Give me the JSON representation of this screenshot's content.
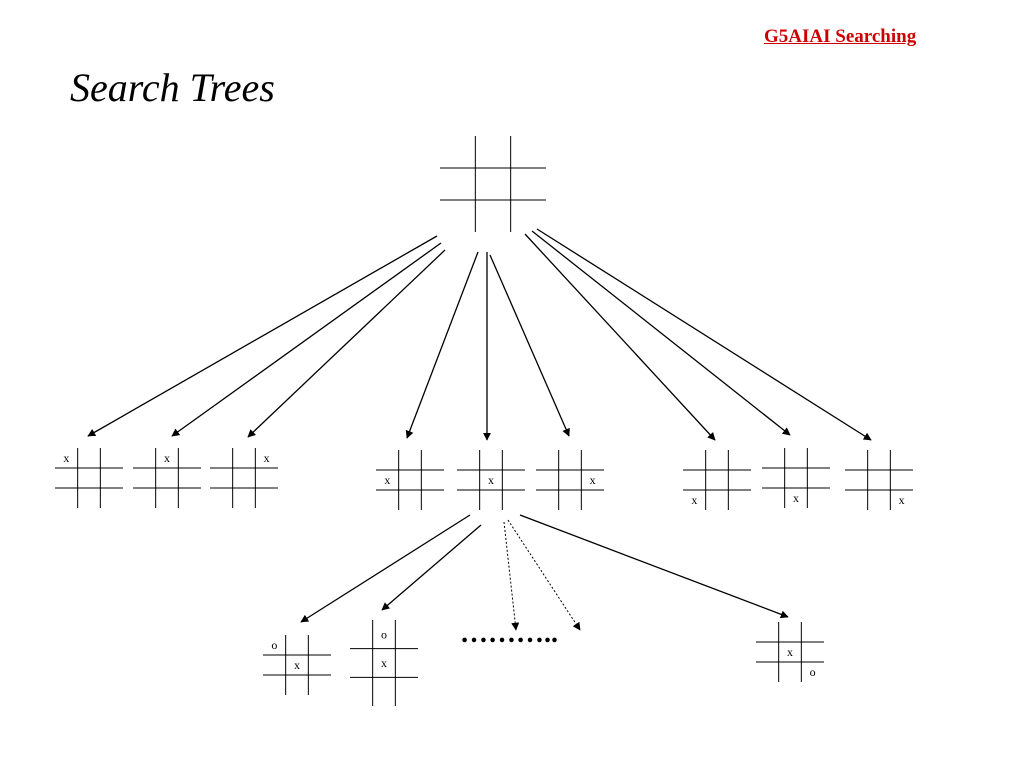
{
  "header": {
    "label": "G5AIAI Searching",
    "color": "#cc0000"
  },
  "slide": {
    "title": "Search Trees"
  },
  "diagram": {
    "ellipsis": "………..",
    "boards": [
      {
        "id": "root",
        "marks": []
      },
      {
        "id": "l1-1",
        "marks": [
          {
            "cell": 0,
            "mark": "x"
          }
        ]
      },
      {
        "id": "l1-2",
        "marks": [
          {
            "cell": 1,
            "mark": "x"
          }
        ]
      },
      {
        "id": "l1-3",
        "marks": [
          {
            "cell": 2,
            "mark": "x"
          }
        ]
      },
      {
        "id": "l1-4",
        "marks": [
          {
            "cell": 3,
            "mark": "x"
          }
        ]
      },
      {
        "id": "l1-5",
        "marks": [
          {
            "cell": 4,
            "mark": "x"
          }
        ]
      },
      {
        "id": "l1-6",
        "marks": [
          {
            "cell": 5,
            "mark": "x"
          }
        ]
      },
      {
        "id": "l1-7",
        "marks": [
          {
            "cell": 6,
            "mark": "x"
          }
        ]
      },
      {
        "id": "l1-8",
        "marks": [
          {
            "cell": 7,
            "mark": "x"
          }
        ]
      },
      {
        "id": "l1-9",
        "marks": [
          {
            "cell": 8,
            "mark": "x"
          }
        ]
      },
      {
        "id": "l2-1",
        "marks": [
          {
            "cell": 0,
            "mark": "o"
          },
          {
            "cell": 4,
            "mark": "x"
          }
        ]
      },
      {
        "id": "l2-2",
        "marks": [
          {
            "cell": 1,
            "mark": "o"
          },
          {
            "cell": 4,
            "mark": "x"
          }
        ]
      },
      {
        "id": "l2-3",
        "marks": [
          {
            "cell": 4,
            "mark": "x"
          },
          {
            "cell": 8,
            "mark": "o"
          }
        ]
      }
    ]
  }
}
